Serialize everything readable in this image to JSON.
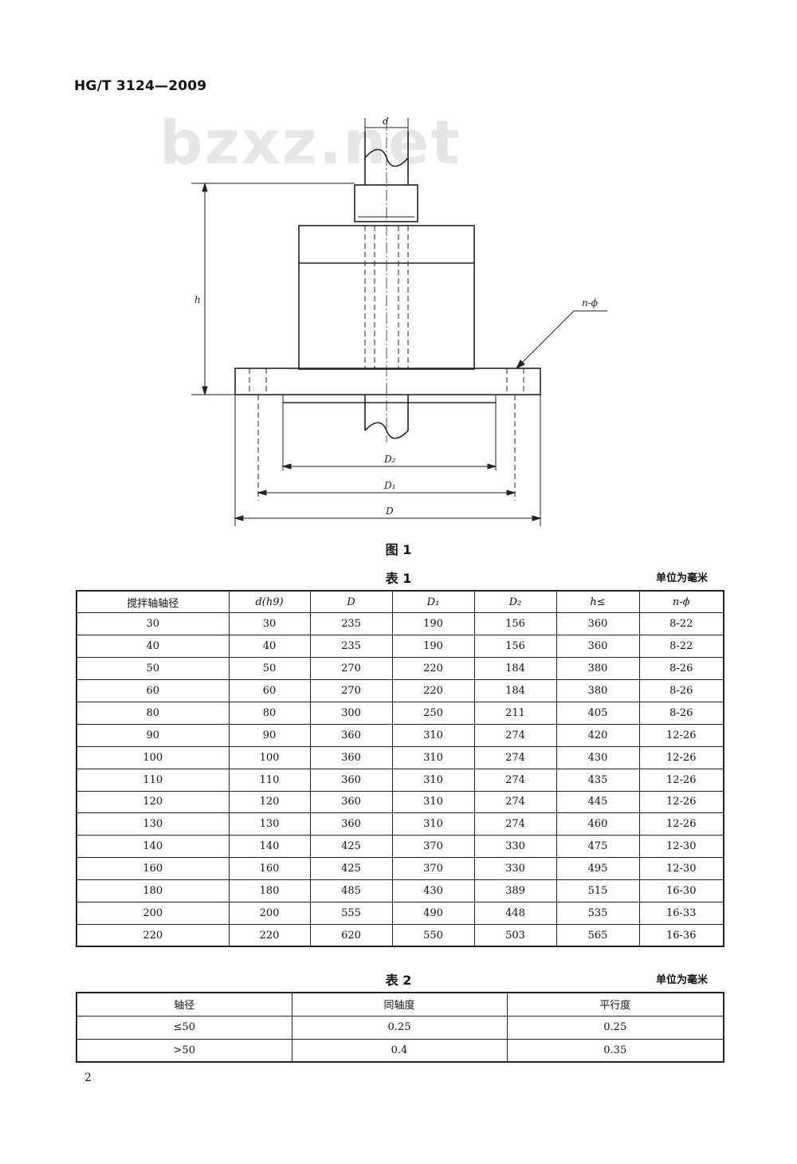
{
  "header": {
    "standard_code": "HG/T 3124—2009"
  },
  "watermark": "bzxz.net",
  "figure": {
    "caption": "图 1",
    "labels": {
      "d": "d",
      "h": "h",
      "n_phi": "n-ϕ",
      "D2": "D₂",
      "D1": "D₁",
      "D": "D"
    }
  },
  "table1": {
    "caption": "表 1",
    "unit": "单位为毫米",
    "headers": [
      "搅拌轴轴径",
      "d(h9)",
      "D",
      "D₁",
      "D₂",
      "h≤",
      "n-ϕ"
    ],
    "rows": [
      [
        "30",
        "30",
        "235",
        "190",
        "156",
        "360",
        "8-22"
      ],
      [
        "40",
        "40",
        "235",
        "190",
        "156",
        "360",
        "8-22"
      ],
      [
        "50",
        "50",
        "270",
        "220",
        "184",
        "380",
        "8-26"
      ],
      [
        "60",
        "60",
        "270",
        "220",
        "184",
        "380",
        "8-26"
      ],
      [
        "80",
        "80",
        "300",
        "250",
        "211",
        "405",
        "8-26"
      ],
      [
        "90",
        "90",
        "360",
        "310",
        "274",
        "420",
        "12-26"
      ],
      [
        "100",
        "100",
        "360",
        "310",
        "274",
        "430",
        "12-26"
      ],
      [
        "110",
        "110",
        "360",
        "310",
        "274",
        "435",
        "12-26"
      ],
      [
        "120",
        "120",
        "360",
        "310",
        "274",
        "445",
        "12-26"
      ],
      [
        "130",
        "130",
        "360",
        "310",
        "274",
        "460",
        "12-26"
      ],
      [
        "140",
        "140",
        "425",
        "370",
        "330",
        "475",
        "12-30"
      ],
      [
        "160",
        "160",
        "425",
        "370",
        "330",
        "495",
        "12-30"
      ],
      [
        "180",
        "180",
        "485",
        "430",
        "389",
        "515",
        "16-30"
      ],
      [
        "200",
        "200",
        "555",
        "490",
        "448",
        "535",
        "16-33"
      ],
      [
        "220",
        "220",
        "620",
        "550",
        "503",
        "565",
        "16-36"
      ]
    ]
  },
  "table2": {
    "caption": "表 2",
    "unit": "单位为毫米",
    "headers": [
      "轴径",
      "同轴度",
      "平行度"
    ],
    "rows": [
      [
        "≤50",
        "0.25",
        "0.25"
      ],
      [
        ">50",
        "0.4",
        "0.35"
      ]
    ]
  },
  "footer": {
    "page_number": "2"
  }
}
